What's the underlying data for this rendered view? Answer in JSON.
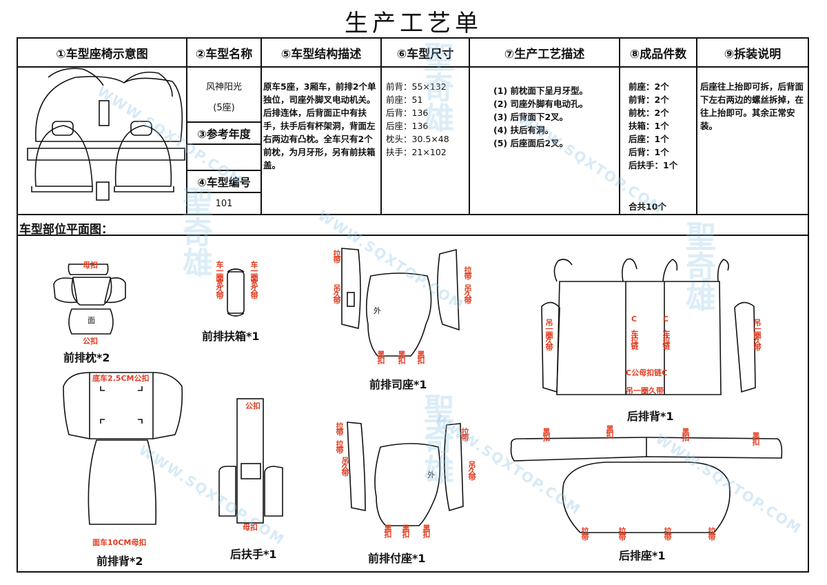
{
  "title": "生产工艺单",
  "headers": [
    "①车型座椅示意图",
    "②车型名称",
    "⑤车型结构描述",
    "⑥车型尺寸",
    "⑦生产工艺描述",
    "⑧成品件数",
    "⑨拆装说明"
  ],
  "model": {
    "name": "风神阳光",
    "seats": "(5座)",
    "year_label": "③参考年度",
    "code_label": "④车型编号",
    "code": "101"
  },
  "structure_desc": "原车5座，3厢车，前排2个单独位，司座外脚叉电动机关。后排连体，后背面正中有扶手，扶手后有杯架洞，背面左右两边有凸枕。全车只有2个前枕，为月牙形，另有前扶箱盖。",
  "sizes": [
    "前背：55×132",
    "前座：51",
    "后背：136",
    "后座：136",
    "枕头：30.5×48",
    "扶手：21×102"
  ],
  "process": [
    "(1) 前枕面下呈月牙型。",
    "(2) 司座外脚有电动孔。",
    "(3) 后背面下2叉。",
    "(4) 扶后有洞。",
    "(5) 后座面后2叉。"
  ],
  "pieces_count": [
    "前座：2个",
    "前背：2个",
    "前枕：2个",
    "扶箱：1个",
    "后座：1个",
    "后背：1个",
    "后扶手：1个"
  ],
  "pieces_total": "合共10个",
  "install": "后座往上抬即可拆，后背面下左右两边的螺丝拆掉，在往上抬即可。其余正常安装。",
  "section_label": "车型部位平面图：",
  "piece_labels": {
    "front_pillow": "前排枕*2",
    "front_box": "前排扶箱*1",
    "driver_seat": "前排司座*1",
    "rear_back": "后排背*1",
    "front_back": "前排背*2",
    "rear_arm": "后扶手*1",
    "passenger_seat": "前排付座*1",
    "rear_seat": "后排座*1"
  },
  "annotations": {
    "female_buckle": "母扣",
    "male_buckle": "公扣",
    "face": "面",
    "outer": "外",
    "pull_strap": "拉带",
    "black_buckle": "黑扣",
    "strap": "吊一圈久带",
    "car_ring": "车一圈宽久带",
    "car_pull": "车拉链",
    "c_mark": "C",
    "c_label": "C公母扣链C",
    "hang_ring": "吊一圈久带",
    "back_top": "底车2.5CM公扣",
    "back_bottom": "面车10CM母扣",
    "hang_strap": "吊久带",
    "pull": "拉带"
  },
  "watermark": "WWW.SQXTOP.COM",
  "watermark_cn": "聖奇雄"
}
